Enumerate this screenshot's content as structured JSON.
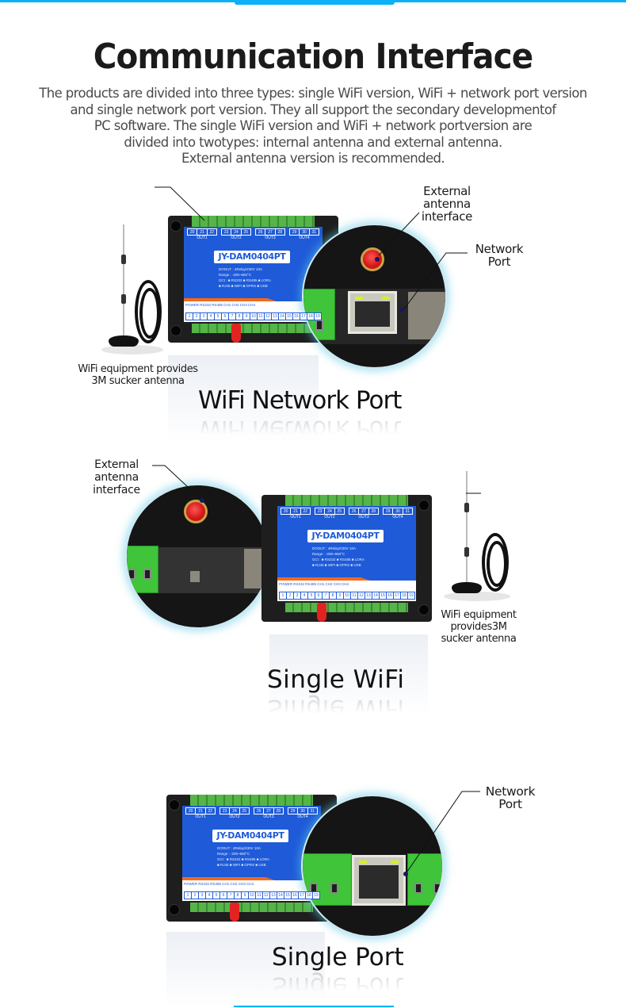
{
  "header": {
    "title": "Communication Interface",
    "intro_lines": [
      "The products are divided into three types: single WiFi version, WiFi + network port version",
      "and single network port version. They all support the secondary developmentof",
      "PC software. The single WiFi version and WiFi + network portversion are",
      "divided into twotypes: internal antenna and external antenna.",
      "External antenna version is recommended."
    ],
    "accent_color": "#0bb0f5"
  },
  "device": {
    "model": "JY-DAM0404PT",
    "outputs": [
      {
        "label": "OUT1",
        "pins": [
          "20",
          "21",
          "22"
        ]
      },
      {
        "label": "OUT2",
        "pins": [
          "23",
          "24",
          "25"
        ]
      },
      {
        "label": "OUT3",
        "pins": [
          "26",
          "27",
          "28"
        ]
      },
      {
        "label": "OUT4",
        "pins": [
          "29",
          "30",
          "31"
        ]
      }
    ],
    "spec_lines": [
      "DOOUT : 4Relay/230V 10A",
      "Range : -200~650°C",
      "GCI : ■ RS232 ■ RS485 ■ LORA",
      "■ RJ45 ■ WIFI ■ GPRS ■ USB"
    ],
    "bottom_labels": "POWER  RS232  RS485   CH1    CH2    CH3    CH4",
    "terminal_numbers": [
      "1",
      "2",
      "3",
      "4",
      "5",
      "6",
      "7",
      "8",
      "9",
      "10",
      "11",
      "12",
      "13",
      "14",
      "15",
      "16",
      "17",
      "18",
      "19"
    ]
  },
  "sections": [
    {
      "title": "WiFi Network Port",
      "callouts": {
        "antenna_interface": [
          "External",
          "antenna",
          "interface"
        ],
        "network_port": [
          "Network",
          "Port"
        ]
      },
      "caption": [
        "WiFi equipment provides",
        "3M sucker antenna"
      ]
    },
    {
      "title": "Single WiFi",
      "callouts": {
        "antenna_interface": [
          "External",
          "antenna",
          "interface"
        ]
      },
      "caption": [
        "WiFi equipment",
        "provides3M",
        "sucker antenna"
      ]
    },
    {
      "title": "Single Port",
      "callouts": {
        "network_port": [
          "Network",
          "Port"
        ]
      }
    }
  ]
}
